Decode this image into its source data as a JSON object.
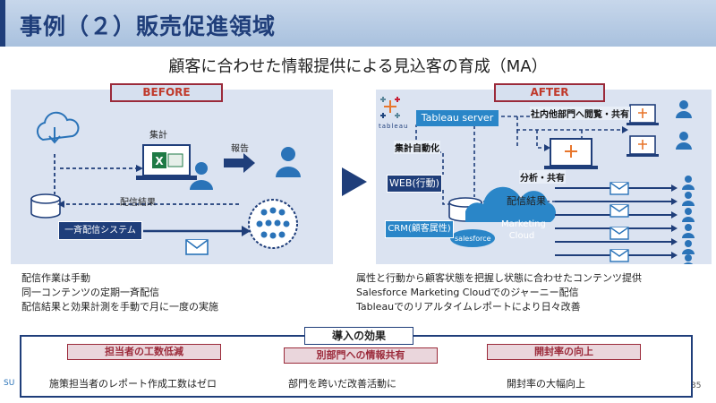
{
  "header": {
    "title": "事例（２）販売促進領域"
  },
  "subtitle": "顧客に合わせた情報提供による見込客の育成（MA）",
  "before": {
    "tag": "BEFORE",
    "label_aggregate": "集計",
    "label_report": "報告",
    "label_delivery_result": "配信結果",
    "system_label": "一斉配信システム",
    "notes": [
      "配信作業は手動",
      "同一コンテンツの定期一斉配信",
      "配信結果と効果計測を手動で月に一度の実施"
    ]
  },
  "after": {
    "tag": "AFTER",
    "tableau_logo_text": "tableau",
    "tableau_server": "Tableau server",
    "share_departments": "社内他部門へ閲覧・共有",
    "auto_aggregate": "集計自動化",
    "analysis_share": "分析・共有",
    "web_label": "WEB(行動)",
    "delivery_result": "配信結果",
    "crm_label": "CRM(顧客属性)",
    "marketing_cloud": "Marketing Cloud",
    "salesforce": "salesforce",
    "notes": [
      "属性と行動から顧客状態を把握し状態に合わせたコンテンツ提供",
      "Salesforce Marketing Cloudでのジャーニー配信",
      "Tableauでのリアルタイムレポートにより日々改善"
    ]
  },
  "effects": {
    "heading": "導入の効果",
    "items": [
      {
        "tag": "担当者の工数低減",
        "text": "施策担当者のレポート作成工数はゼロ"
      },
      {
        "tag": "別部門への情報共有",
        "text": "部門を跨いだ改善活動に"
      },
      {
        "tag": "開封率の向上",
        "text": "開封率の大幅向上"
      }
    ]
  },
  "footer": {
    "left_text": "SU",
    "page_number": "35"
  },
  "colors": {
    "navy": "#1f3e7a",
    "accent_red": "#9b2a3a",
    "panel": "#dbe3f1",
    "blue": "#2a86c8"
  }
}
